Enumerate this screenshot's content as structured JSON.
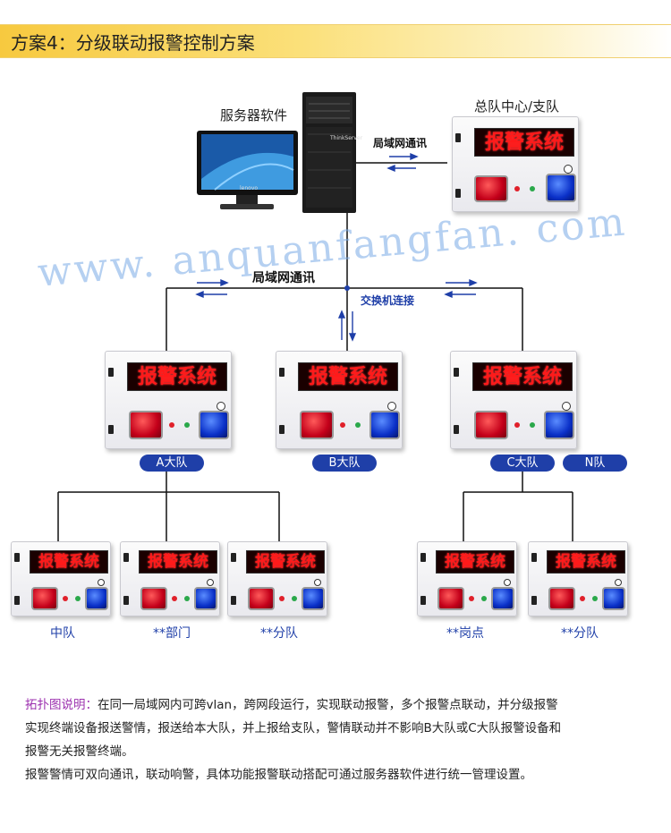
{
  "header": {
    "title": "方案4：分级联动报警控制方案"
  },
  "nodes": {
    "server_label": "服务器软件",
    "center_label": "总队中心/支队",
    "lan_top": "局域网通讯",
    "lan_main": "局域网通讯",
    "switch_label": "交换机连接",
    "monitor_brand": "lenovo",
    "tower_brand": "ThinkServer"
  },
  "led_text": "报警系统",
  "teams": {
    "a": "A大队",
    "b": "B大队",
    "c": "C大队",
    "n": "N队"
  },
  "leaves": {
    "zhongdui": "中队",
    "bumen": "**部门",
    "fendui1": "**分队",
    "gangdian": "**岗点",
    "fendui2": "**分队"
  },
  "watermark": "www. anquanfangfan. com",
  "description": {
    "heading": "拓扑图说明：",
    "line1": "在同一局域网内可跨vlan，跨网段运行，实现联动报警，多个报警点联动，并分级报警",
    "line2": "实现终端设备报送警情，报送给本大队，并上报给支队，警情联动并不影响B大队或C大队报警设备和",
    "line3": "报警无关报警终端。",
    "line4": "报警警情可双向通讯，联动响警，具体功能报警联动搭配可通过服务器软件进行统一管理设置。"
  },
  "colors": {
    "accent_blue": "#1f3fa8",
    "banner": "#f7c93f",
    "led_red": "#ff1a1a"
  }
}
